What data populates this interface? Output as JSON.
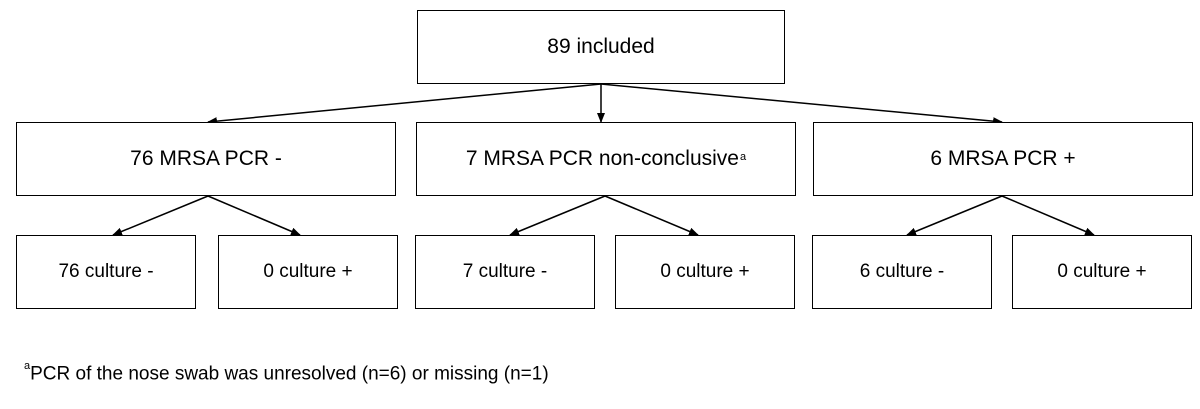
{
  "root": {
    "label": "89 included"
  },
  "level1": [
    {
      "label": "76 MRSA PCR -",
      "mark": ""
    },
    {
      "label": "7 MRSA PCR non-conclusive",
      "mark": "a"
    },
    {
      "label": "6 MRSA PCR +",
      "mark": ""
    }
  ],
  "level2": [
    {
      "label": "76 culture -"
    },
    {
      "label": "0 culture +"
    },
    {
      "label": "7 culture -"
    },
    {
      "label": "0 culture +"
    },
    {
      "label": "6 culture -"
    },
    {
      "label": "0 culture +"
    }
  ],
  "footnote": {
    "mark": "a",
    "text": "PCR of the nose swab was unresolved (n=6) or missing (n=1)"
  },
  "colors": {
    "line": "#000000",
    "box_border": "#000000",
    "background": "#ffffff"
  }
}
